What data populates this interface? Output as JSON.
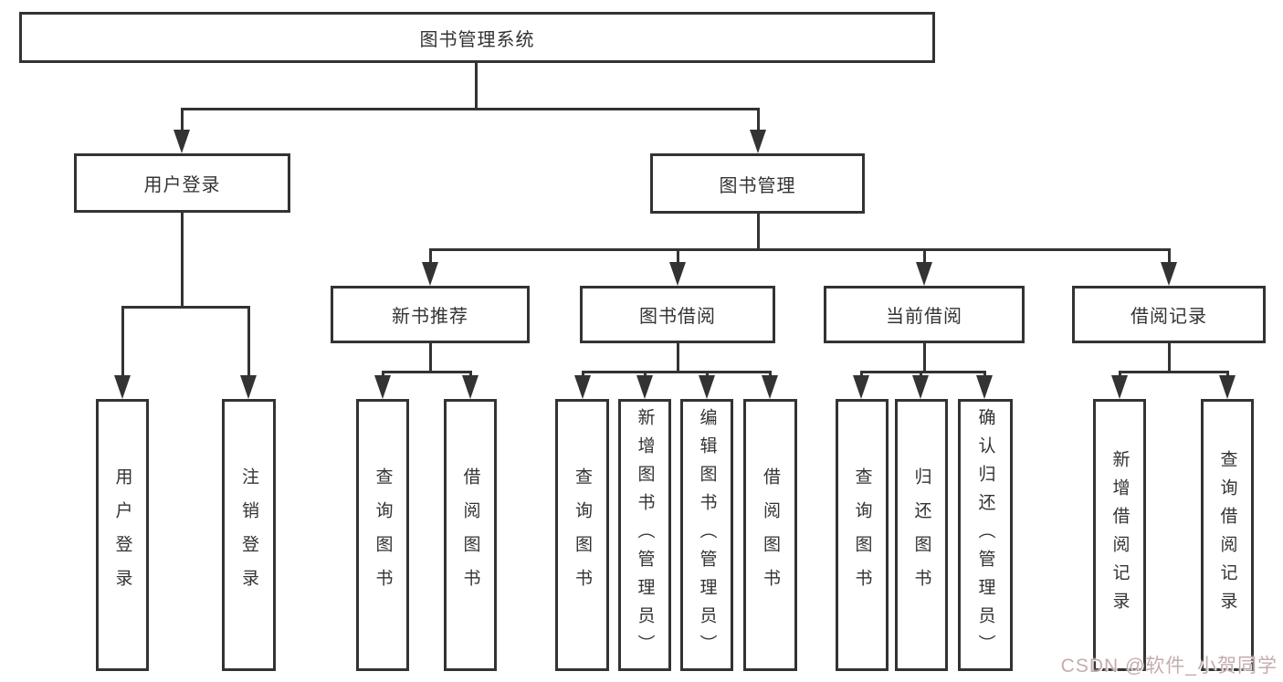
{
  "diagram": {
    "root": {
      "label": "图书管理系统"
    },
    "branches": [
      {
        "label": "用户登录",
        "children": [
          {
            "label": "用户登录"
          },
          {
            "label": "注销登录"
          }
        ]
      },
      {
        "label": "图书管理",
        "children": [
          {
            "label": "新书推荐",
            "children": [
              {
                "label": "查询图书"
              },
              {
                "label": "借阅图书"
              }
            ]
          },
          {
            "label": "图书借阅",
            "children": [
              {
                "label": "查询图书"
              },
              {
                "label": "新增图书（管理员）"
              },
              {
                "label": "编辑图书（管理员）"
              },
              {
                "label": "借阅图书"
              }
            ]
          },
          {
            "label": "当前借阅",
            "children": [
              {
                "label": "查询图书"
              },
              {
                "label": "归还图书"
              },
              {
                "label": "确认归还（管理员）"
              }
            ]
          },
          {
            "label": "借阅记录",
            "children": [
              {
                "label": "新增借阅记录"
              },
              {
                "label": "查询借阅记录"
              }
            ]
          }
        ]
      }
    ]
  },
  "watermark": {
    "text": "CSDN @软件_小贺同学"
  },
  "colors": {
    "line": "#333333",
    "text": "#333333",
    "watermark": "#ba9da0",
    "background": "#ffffff"
  }
}
